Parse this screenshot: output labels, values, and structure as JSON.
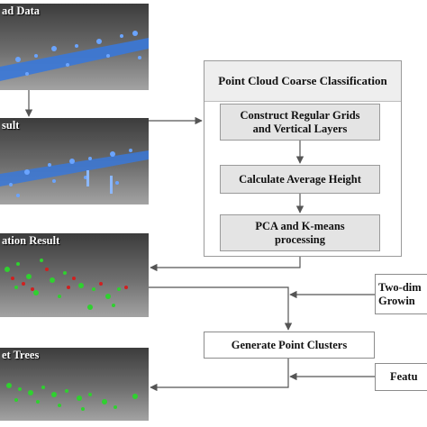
{
  "panels": [
    {
      "label": "ad Data"
    },
    {
      "label": "sult"
    },
    {
      "label": "ation Result"
    },
    {
      "label": "et Trees"
    }
  ],
  "coarse_classification": {
    "title": "Point Cloud Coarse Classification",
    "steps": [
      "Construct Regular Grids and Vertical Layers",
      "Calculate Average Height",
      "PCA and K-means processing"
    ]
  },
  "generate_clusters": "Generate Point Clusters",
  "two_dim_box": "Two-dim Growin",
  "feature_box": "Featu",
  "colors": {
    "points_blue": "#3a78d8",
    "points_green": "#2fd12f",
    "points_red": "#d02020",
    "box_fill": "#e4e4e4",
    "box_border": "#9a9a9a",
    "arrow": "#555555"
  }
}
